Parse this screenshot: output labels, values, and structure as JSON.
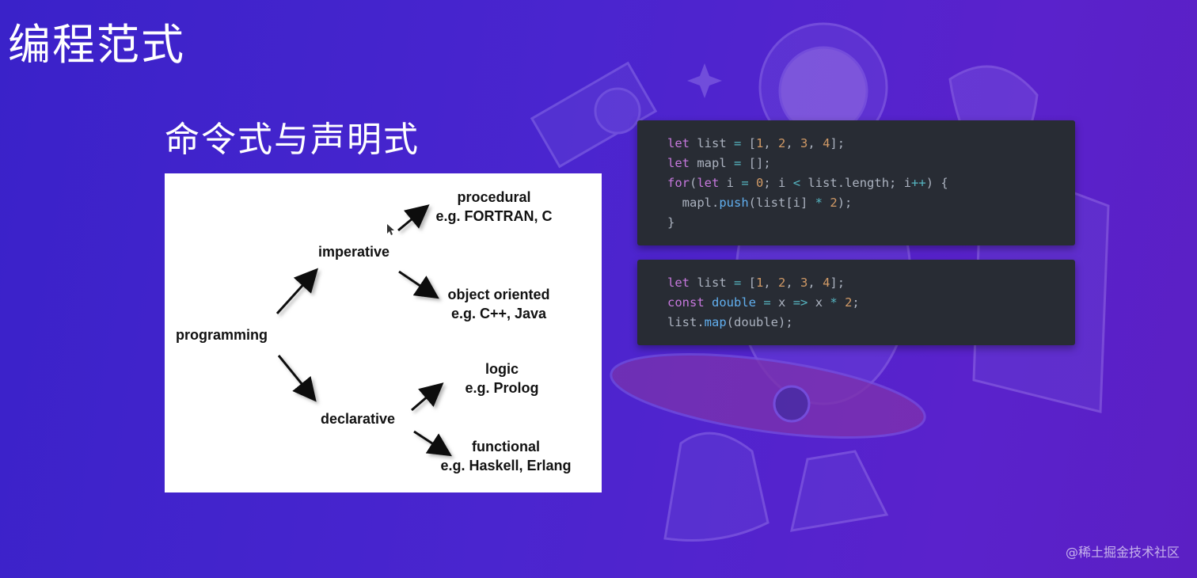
{
  "slide": {
    "title": "编程范式",
    "subtitle": "命令式与声明式"
  },
  "diagram": {
    "root": "programming",
    "imperative": "imperative",
    "declarative": "declarative",
    "procedural": "procedural",
    "procedural_example": "e.g. FORTRAN, C",
    "object_oriented": "object oriented",
    "object_oriented_example": "e.g. C++, Java",
    "logic": "logic",
    "logic_example": "e.g. Prolog",
    "functional": "functional",
    "functional_example": "e.g. Haskell, Erlang"
  },
  "code_imperative": {
    "lines": [
      "let list = [1, 2, 3, 4];",
      "let mapl = [];",
      "for(let i = 0; i < list.length; i++) {",
      "  mapl.push(list[i] * 2);",
      "}"
    ]
  },
  "code_declarative": {
    "lines": [
      "let list = [1, 2, 3, 4];",
      "const double = x => x * 2;",
      "list.map(double);"
    ]
  },
  "watermark": "@稀土掘金技术社区",
  "colors": {
    "background": "#4a25cf",
    "code_background": "#282c34",
    "keyword": "#c678dd",
    "number": "#d19a66",
    "function": "#61afef",
    "operator": "#56b6c2"
  }
}
